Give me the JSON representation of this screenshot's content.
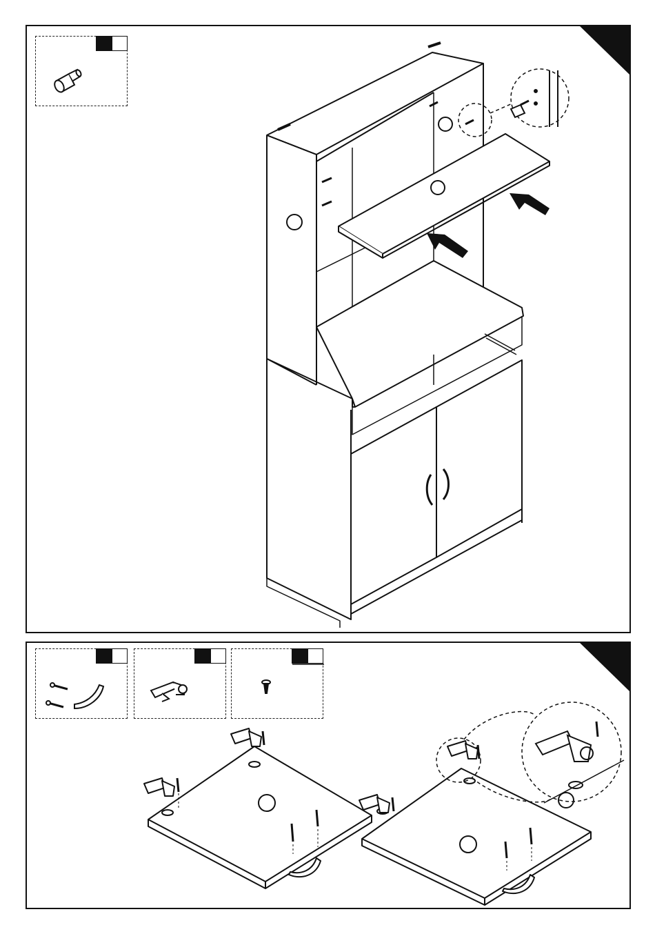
{
  "document": {
    "type": "assembly-instructions",
    "colors": {
      "ink": "#111111",
      "paper": "#ffffff",
      "shade": "#e8e8e8"
    }
  },
  "step1": {
    "hardware": [
      {
        "icon": "shelf-support-pin-icon",
        "code": "",
        "qty": ""
      }
    ],
    "callouts": [
      "shelf-pin-detail-magnifier"
    ],
    "arrows": 2
  },
  "step2": {
    "hardware": [
      {
        "icon": "handle-and-screws-icon",
        "code": "",
        "qty": ""
      },
      {
        "icon": "hinge-icon",
        "code": "",
        "qty": ""
      },
      {
        "icon": "screw-icon",
        "code": "",
        "qty": ""
      }
    ],
    "callouts": [
      "hinge-detail-magnifier"
    ]
  }
}
